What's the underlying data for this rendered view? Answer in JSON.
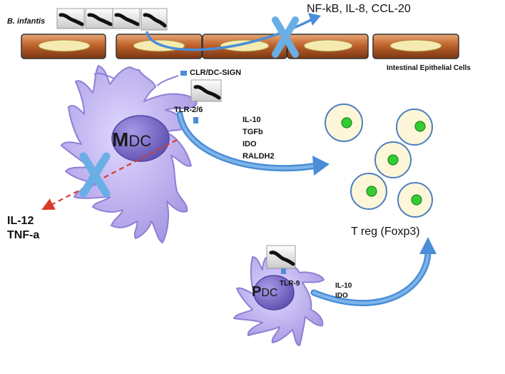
{
  "bacterium_label": "B. infantis",
  "epithelium": {
    "label": "Intestinal Epithelial Cells",
    "signals": "NF-kB, IL-8, CCL-20"
  },
  "mdc": {
    "letter": "M",
    "suffix": "DC",
    "receptor_clr": "CLR/DC-SIGN",
    "receptor_tlr": "TLR-2/6",
    "induced": [
      "IL-10",
      "TGFb",
      "IDO",
      "RALDH2"
    ],
    "suppressed": [
      "IL-12",
      "TNF-a"
    ]
  },
  "pdc": {
    "letter": "P",
    "suffix": "DC",
    "receptor_tlr": "TLR-9",
    "induced": [
      "IL-10",
      "IDO"
    ]
  },
  "treg": {
    "label": "T reg (Foxp3)"
  },
  "colors": {
    "dc_body": "#b7a9e8",
    "dc_nucleus": "#7d6fc9",
    "arrow_blue": "#4a8ed8",
    "block_x": "#6aaee6",
    "suppression_arrow": "#d93a2b",
    "epithelial_cell": "#c86a38",
    "treg_cell": "#fdf6d8",
    "treg_nucleus": "#33cc33"
  },
  "icons": [
    "bacterium-icon",
    "block-x-icon",
    "receptor-icon"
  ]
}
